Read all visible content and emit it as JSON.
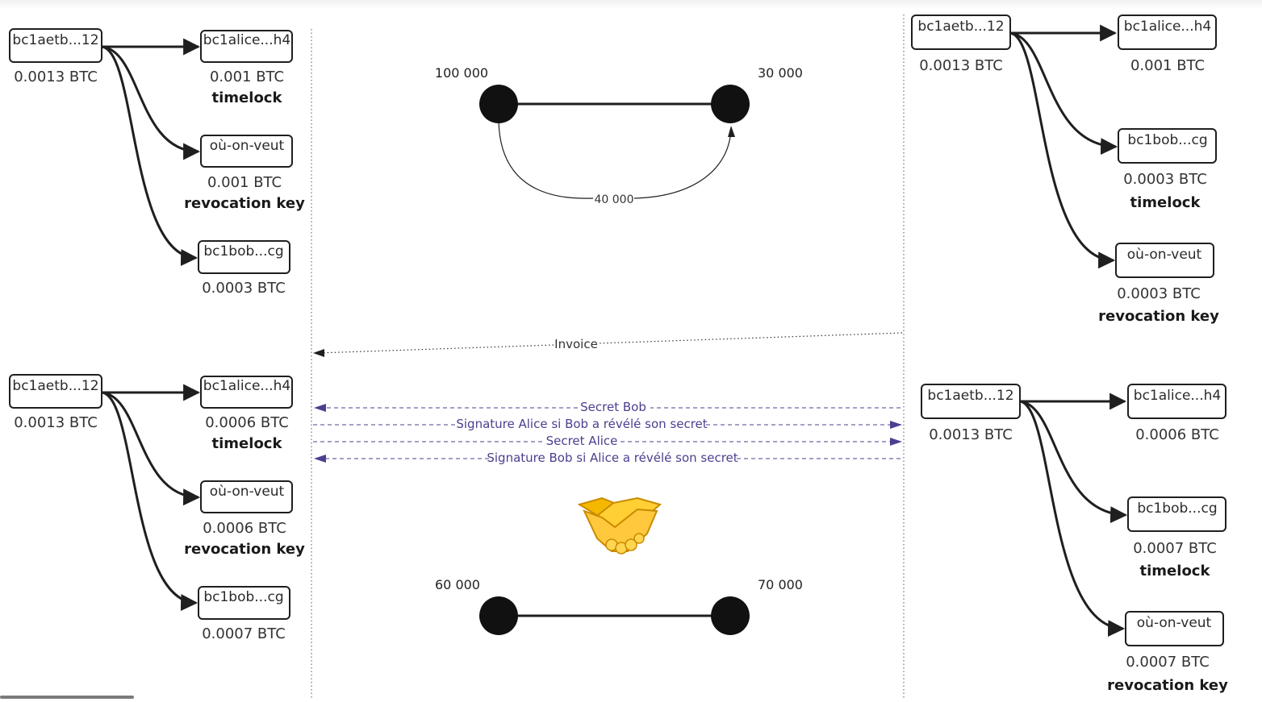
{
  "colors": {
    "stroke": "#1f1f1f",
    "message": "#4b3f8f",
    "node": "#111111"
  },
  "transactions": [
    {
      "input": {
        "address": "bc1aetb...12",
        "amount": "0.0013 BTC"
      },
      "outputs": [
        {
          "address": "bc1alice...h4",
          "amount": "0.001 BTC",
          "tag": "timelock"
        },
        {
          "address": "où-on-veut",
          "amount": "0.001 BTC",
          "tag": "revocation key"
        },
        {
          "address": "bc1bob...cg",
          "amount": "0.0003 BTC",
          "tag": ""
        }
      ]
    },
    {
      "input": {
        "address": "bc1aetb...12",
        "amount": "0.0013 BTC"
      },
      "outputs": [
        {
          "address": "bc1alice...h4",
          "amount": "0.001 BTC",
          "tag": ""
        },
        {
          "address": "bc1bob...cg",
          "amount": "0.0003 BTC",
          "tag": "timelock"
        },
        {
          "address": "où-on-veut",
          "amount": "0.0003 BTC",
          "tag": "revocation key"
        }
      ]
    },
    {
      "input": {
        "address": "bc1aetb...12",
        "amount": "0.0013 BTC"
      },
      "outputs": [
        {
          "address": "bc1alice...h4",
          "amount": "0.0006 BTC",
          "tag": "timelock"
        },
        {
          "address": "où-on-veut",
          "amount": "0.0006 BTC",
          "tag": "revocation key"
        },
        {
          "address": "bc1bob...cg",
          "amount": "0.0007 BTC",
          "tag": ""
        }
      ]
    },
    {
      "input": {
        "address": "bc1aetb...12",
        "amount": "0.0013 BTC"
      },
      "outputs": [
        {
          "address": "bc1alice...h4",
          "amount": "0.0006 BTC",
          "tag": ""
        },
        {
          "address": "bc1bob...cg",
          "amount": "0.0007 BTC",
          "tag": "timelock"
        },
        {
          "address": "où-on-veut",
          "amount": "0.0007 BTC",
          "tag": "revocation key"
        }
      ]
    }
  ],
  "channel_before": {
    "left_balance": "100 000",
    "right_balance": "30 000",
    "payment": "40 000"
  },
  "channel_after": {
    "left_balance": "60 000",
    "right_balance": "70 000"
  },
  "messages": {
    "invoice": "Invoice",
    "secret_bob": "Secret Bob",
    "signature_alice": "Signature Alice si Bob a révélé son secret",
    "secret_alice": "Secret Alice",
    "signature_bob": "Signature Bob si Alice a révélé son secret"
  },
  "handshake": {
    "emoji": "🤝",
    "icon": "handshake-icon"
  }
}
